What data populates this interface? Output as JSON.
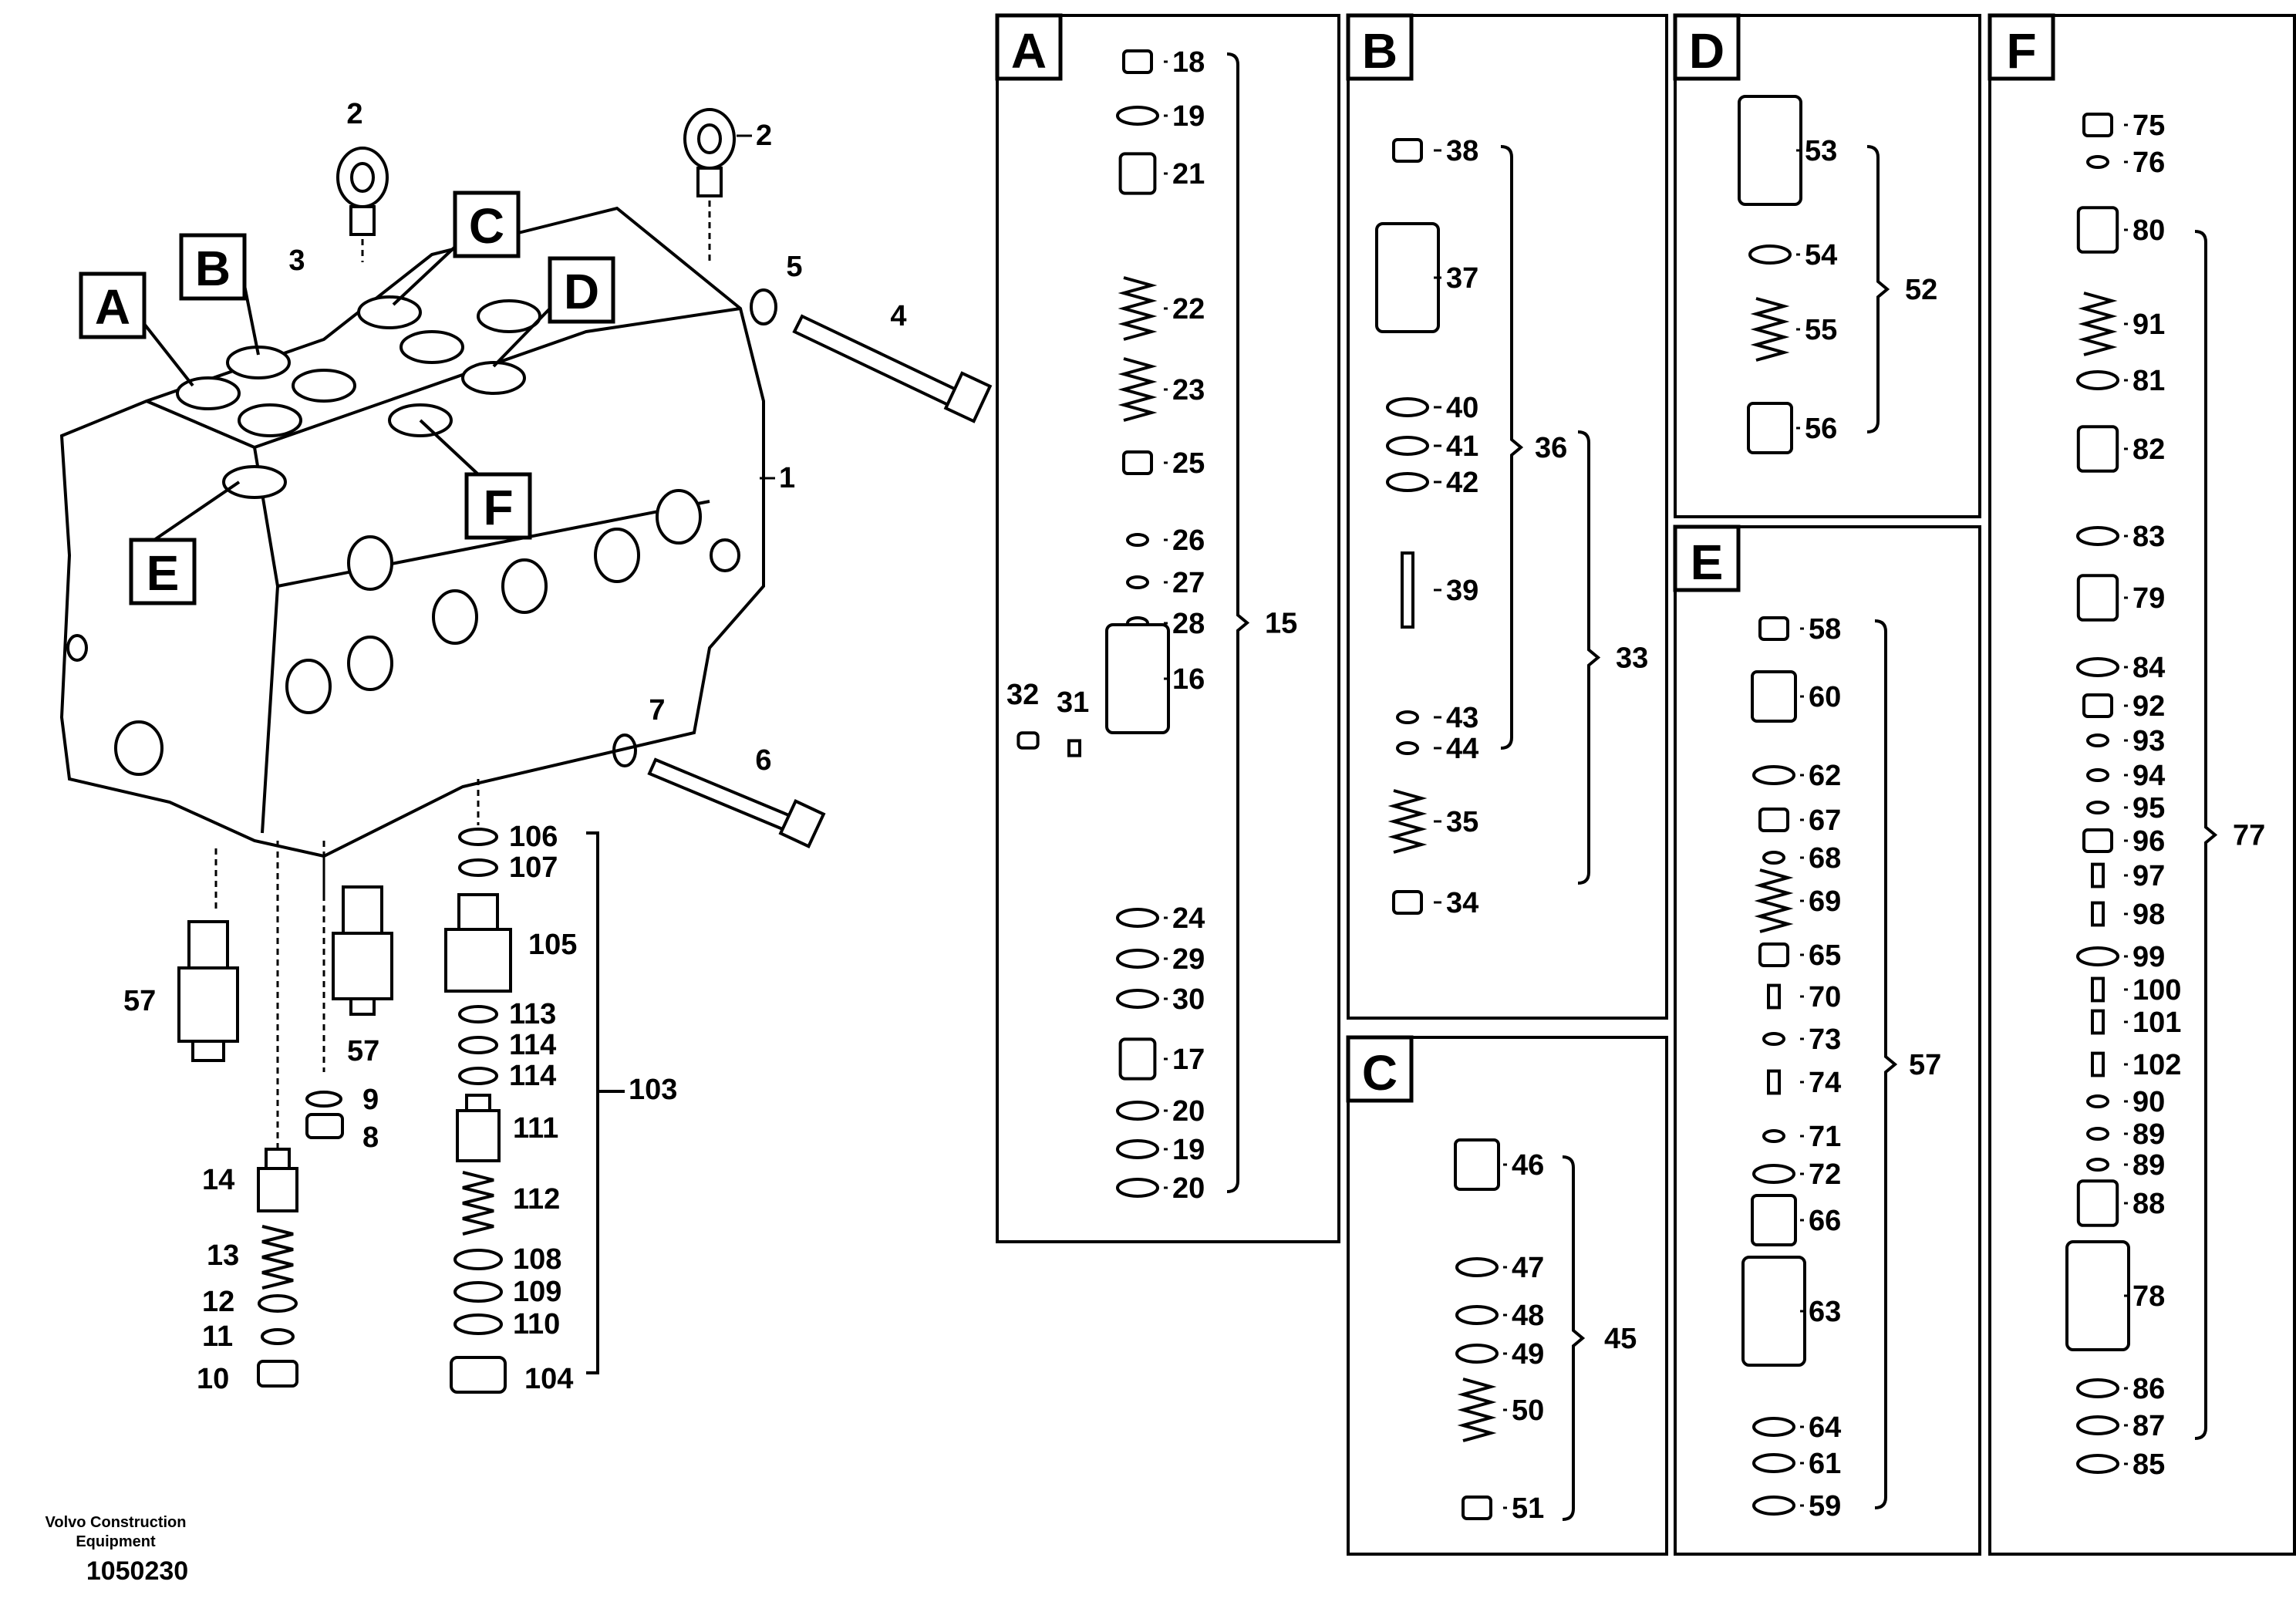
{
  "diagram": {
    "credit_line1": "Volvo Construction",
    "credit_line2": "Equipment",
    "document_number": "1050230",
    "view_letters": [
      "A",
      "B",
      "C",
      "D",
      "E",
      "F"
    ],
    "main_labels": {
      "p1": "1",
      "p2a": "2",
      "p2b": "2",
      "p3": "3",
      "p4": "4",
      "p5": "5",
      "p6": "6",
      "p7": "7",
      "p8": "8",
      "p9": "9",
      "p10": "10",
      "p11": "11",
      "p12": "12",
      "p13": "13",
      "p14": "14",
      "p57a": "57",
      "p57b": "57",
      "p103": "103",
      "p104": "104",
      "p105": "105",
      "p106": "106",
      "p107": "107",
      "p108": "108",
      "p109": "109",
      "p110": "110",
      "p111": "111",
      "p112": "112",
      "p113": "113",
      "p114a": "114",
      "p114b": "114"
    },
    "panels": {
      "A": {
        "letter": "A",
        "parts": [
          "18",
          "19",
          "21",
          "22",
          "23",
          "25",
          "26",
          "27",
          "28",
          "16",
          "24",
          "29",
          "30",
          "17",
          "20",
          "19",
          "20"
        ],
        "side": [
          "32",
          "31"
        ],
        "group": "15"
      },
      "B": {
        "letter": "B",
        "parts": [
          "38",
          "37",
          "40",
          "41",
          "42",
          "39",
          "43",
          "44",
          "35",
          "34"
        ],
        "group_inner": "36",
        "group_outer": "33"
      },
      "C": {
        "letter": "C",
        "parts": [
          "46",
          "47",
          "48",
          "49",
          "50",
          "51"
        ],
        "group": "45"
      },
      "D": {
        "letter": "D",
        "parts": [
          "53",
          "54",
          "55",
          "56"
        ],
        "group": "52"
      },
      "E": {
        "letter": "E",
        "parts": [
          "58",
          "60",
          "62",
          "67",
          "68",
          "69",
          "65",
          "70",
          "73",
          "74",
          "71",
          "72",
          "66",
          "63",
          "64",
          "61",
          "59"
        ],
        "group": "57"
      },
      "F": {
        "letter": "F",
        "parts": [
          "75",
          "76",
          "80",
          "91",
          "81",
          "82",
          "83",
          "79",
          "84",
          "92",
          "93",
          "94",
          "95",
          "96",
          "97",
          "98",
          "99",
          "100",
          "101",
          "102",
          "90",
          "89",
          "89",
          "88",
          "78",
          "86",
          "87",
          "85"
        ],
        "group": "77"
      }
    }
  }
}
